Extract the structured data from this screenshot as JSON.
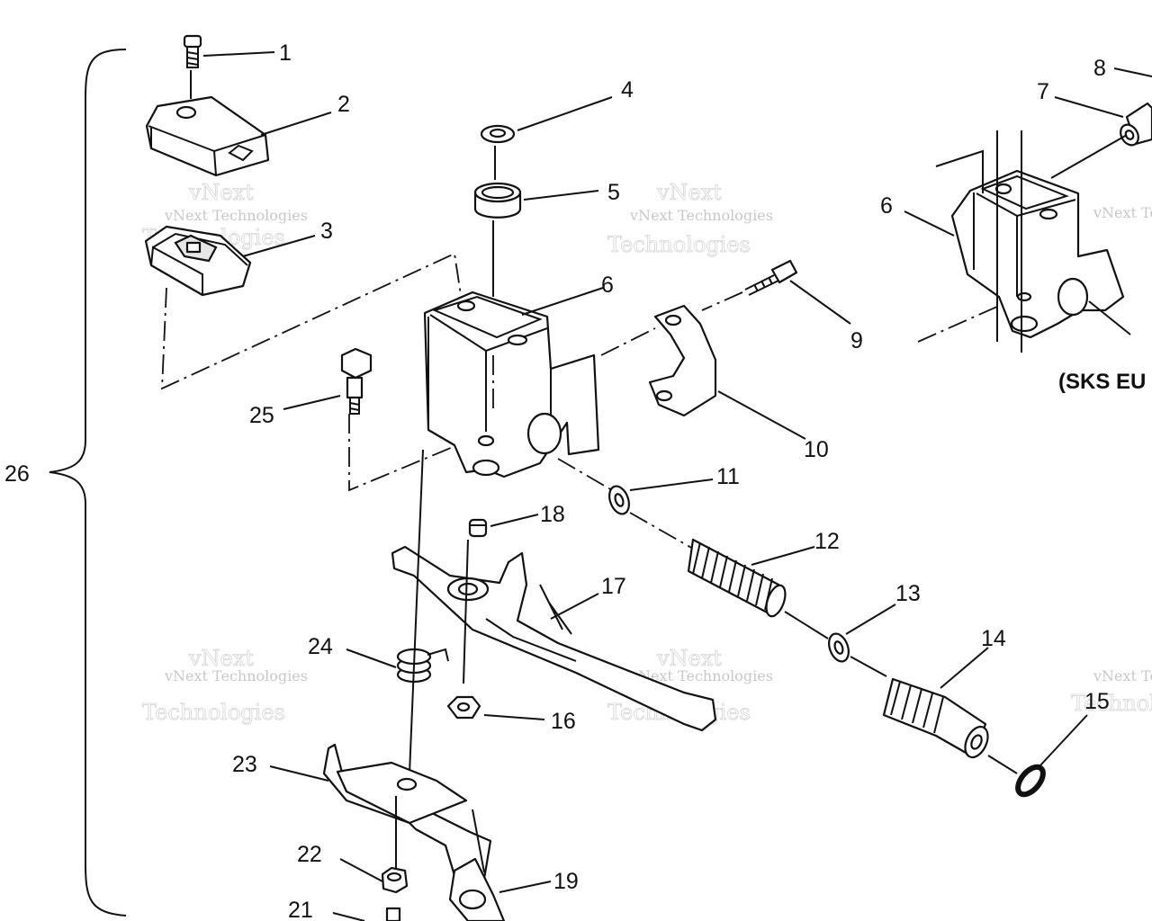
{
  "callouts": {
    "c1": "1",
    "c2": "2",
    "c3": "3",
    "c4": "4",
    "c5": "5",
    "c6": "6",
    "c6b": "6",
    "c7": "7",
    "c8": "8",
    "c9": "9",
    "c10": "10",
    "c11": "11",
    "c12": "12",
    "c13": "13",
    "c14": "14",
    "c15": "15",
    "c16": "16",
    "c17": "17",
    "c18": "18",
    "c19": "19",
    "c21": "21",
    "c22": "22",
    "c23": "23",
    "c24": "24",
    "c25": "25",
    "c26": "26"
  },
  "variant_label": "(SKS EU",
  "watermark": {
    "line1": "vNext Technologies",
    "line2": "Technologies",
    "line3": "vNext"
  }
}
